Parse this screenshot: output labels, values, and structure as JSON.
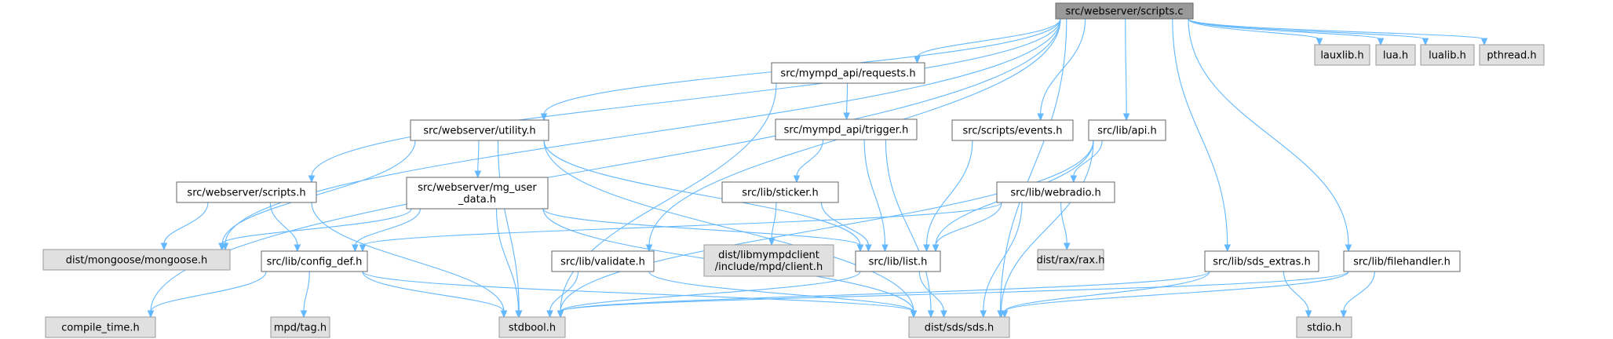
{
  "graph": {
    "root": "src/webserver/scripts.c",
    "nodes": [
      {
        "id": "root",
        "label": [
          "src/webserver/scripts.c"
        ],
        "kind": "root"
      },
      {
        "id": "lauxlib",
        "label": [
          "lauxlib.h"
        ],
        "kind": "ext"
      },
      {
        "id": "lua",
        "label": [
          "lua.h"
        ],
        "kind": "ext"
      },
      {
        "id": "lualib",
        "label": [
          "lualib.h"
        ],
        "kind": "ext"
      },
      {
        "id": "pthread",
        "label": [
          "pthread.h"
        ],
        "kind": "ext"
      },
      {
        "id": "requests",
        "label": [
          "src/mympd_api/requests.h"
        ],
        "kind": "doc"
      },
      {
        "id": "trigger",
        "label": [
          "src/mympd_api/trigger.h"
        ],
        "kind": "doc"
      },
      {
        "id": "utility",
        "label": [
          "src/webserver/utility.h"
        ],
        "kind": "doc"
      },
      {
        "id": "events",
        "label": [
          "src/scripts/events.h"
        ],
        "kind": "doc"
      },
      {
        "id": "api",
        "label": [
          "src/lib/api.h"
        ],
        "kind": "doc"
      },
      {
        "id": "scripts_h",
        "label": [
          "src/webserver/scripts.h"
        ],
        "kind": "doc"
      },
      {
        "id": "mg_user",
        "label": [
          "src/webserver/mg_user",
          "_data.h"
        ],
        "kind": "doc"
      },
      {
        "id": "sticker",
        "label": [
          "src/lib/sticker.h"
        ],
        "kind": "doc"
      },
      {
        "id": "webradio",
        "label": [
          "src/lib/webradio.h"
        ],
        "kind": "doc"
      },
      {
        "id": "mongoose",
        "label": [
          "dist/mongoose/mongoose.h"
        ],
        "kind": "ext"
      },
      {
        "id": "client",
        "label": [
          "dist/libmympdclient",
          "/include/mpd/client.h"
        ],
        "kind": "ext"
      },
      {
        "id": "rax",
        "label": [
          "dist/rax/rax.h"
        ],
        "kind": "ext"
      },
      {
        "id": "config_def",
        "label": [
          "src/lib/config_def.h"
        ],
        "kind": "doc"
      },
      {
        "id": "validate",
        "label": [
          "src/lib/validate.h"
        ],
        "kind": "doc"
      },
      {
        "id": "list",
        "label": [
          "src/lib/list.h"
        ],
        "kind": "doc"
      },
      {
        "id": "sds_extras",
        "label": [
          "src/lib/sds_extras.h"
        ],
        "kind": "doc"
      },
      {
        "id": "filehandler",
        "label": [
          "src/lib/filehandler.h"
        ],
        "kind": "doc"
      },
      {
        "id": "compile_time",
        "label": [
          "compile_time.h"
        ],
        "kind": "ext"
      },
      {
        "id": "stdbool",
        "label": [
          "stdbool.h"
        ],
        "kind": "ext"
      },
      {
        "id": "tag",
        "label": [
          "mpd/tag.h"
        ],
        "kind": "ext"
      },
      {
        "id": "sds",
        "label": [
          "dist/sds/sds.h"
        ],
        "kind": "ext"
      },
      {
        "id": "stdio",
        "label": [
          "stdio.h"
        ],
        "kind": "ext"
      }
    ],
    "edges": [
      [
        "root",
        "lauxlib"
      ],
      [
        "root",
        "lua"
      ],
      [
        "root",
        "lualib"
      ],
      [
        "root",
        "pthread"
      ],
      [
        "root",
        "requests"
      ],
      [
        "root",
        "utility"
      ],
      [
        "root",
        "events"
      ],
      [
        "root",
        "api"
      ],
      [
        "root",
        "scripts_h"
      ],
      [
        "root",
        "mongoose"
      ],
      [
        "root",
        "validate"
      ],
      [
        "root",
        "sds_extras"
      ],
      [
        "root",
        "filehandler"
      ],
      [
        "root",
        "compile_time"
      ],
      [
        "root",
        "sds"
      ],
      [
        "requests",
        "trigger"
      ],
      [
        "requests",
        "stdbool"
      ],
      [
        "trigger",
        "sticker"
      ],
      [
        "trigger",
        "list"
      ],
      [
        "trigger",
        "sds"
      ],
      [
        "utility",
        "mg_user"
      ],
      [
        "utility",
        "mongoose"
      ],
      [
        "utility",
        "list"
      ],
      [
        "utility",
        "stdbool"
      ],
      [
        "utility",
        "sds"
      ],
      [
        "events",
        "list"
      ],
      [
        "api",
        "webradio"
      ],
      [
        "api",
        "list"
      ],
      [
        "api",
        "stdbool"
      ],
      [
        "api",
        "sds"
      ],
      [
        "scripts_h",
        "config_def"
      ],
      [
        "scripts_h",
        "mongoose"
      ],
      [
        "scripts_h",
        "stdbool"
      ],
      [
        "mg_user",
        "config_def"
      ],
      [
        "mg_user",
        "mongoose"
      ],
      [
        "mg_user",
        "list"
      ],
      [
        "mg_user",
        "stdbool"
      ],
      [
        "mg_user",
        "sds"
      ],
      [
        "sticker",
        "client"
      ],
      [
        "sticker",
        "list"
      ],
      [
        "webradio",
        "rax"
      ],
      [
        "webradio",
        "list"
      ],
      [
        "webradio",
        "sds"
      ],
      [
        "webradio",
        "config_def"
      ],
      [
        "config_def",
        "compile_time"
      ],
      [
        "config_def",
        "tag"
      ],
      [
        "config_def",
        "stdbool"
      ],
      [
        "config_def",
        "sds"
      ],
      [
        "validate",
        "stdbool"
      ],
      [
        "validate",
        "sds"
      ],
      [
        "list",
        "stdbool"
      ],
      [
        "list",
        "sds"
      ],
      [
        "sds_extras",
        "stdio"
      ],
      [
        "sds_extras",
        "stdbool"
      ],
      [
        "sds_extras",
        "sds"
      ],
      [
        "filehandler",
        "stdio"
      ],
      [
        "filehandler",
        "stdbool"
      ],
      [
        "filehandler",
        "sds"
      ]
    ]
  }
}
